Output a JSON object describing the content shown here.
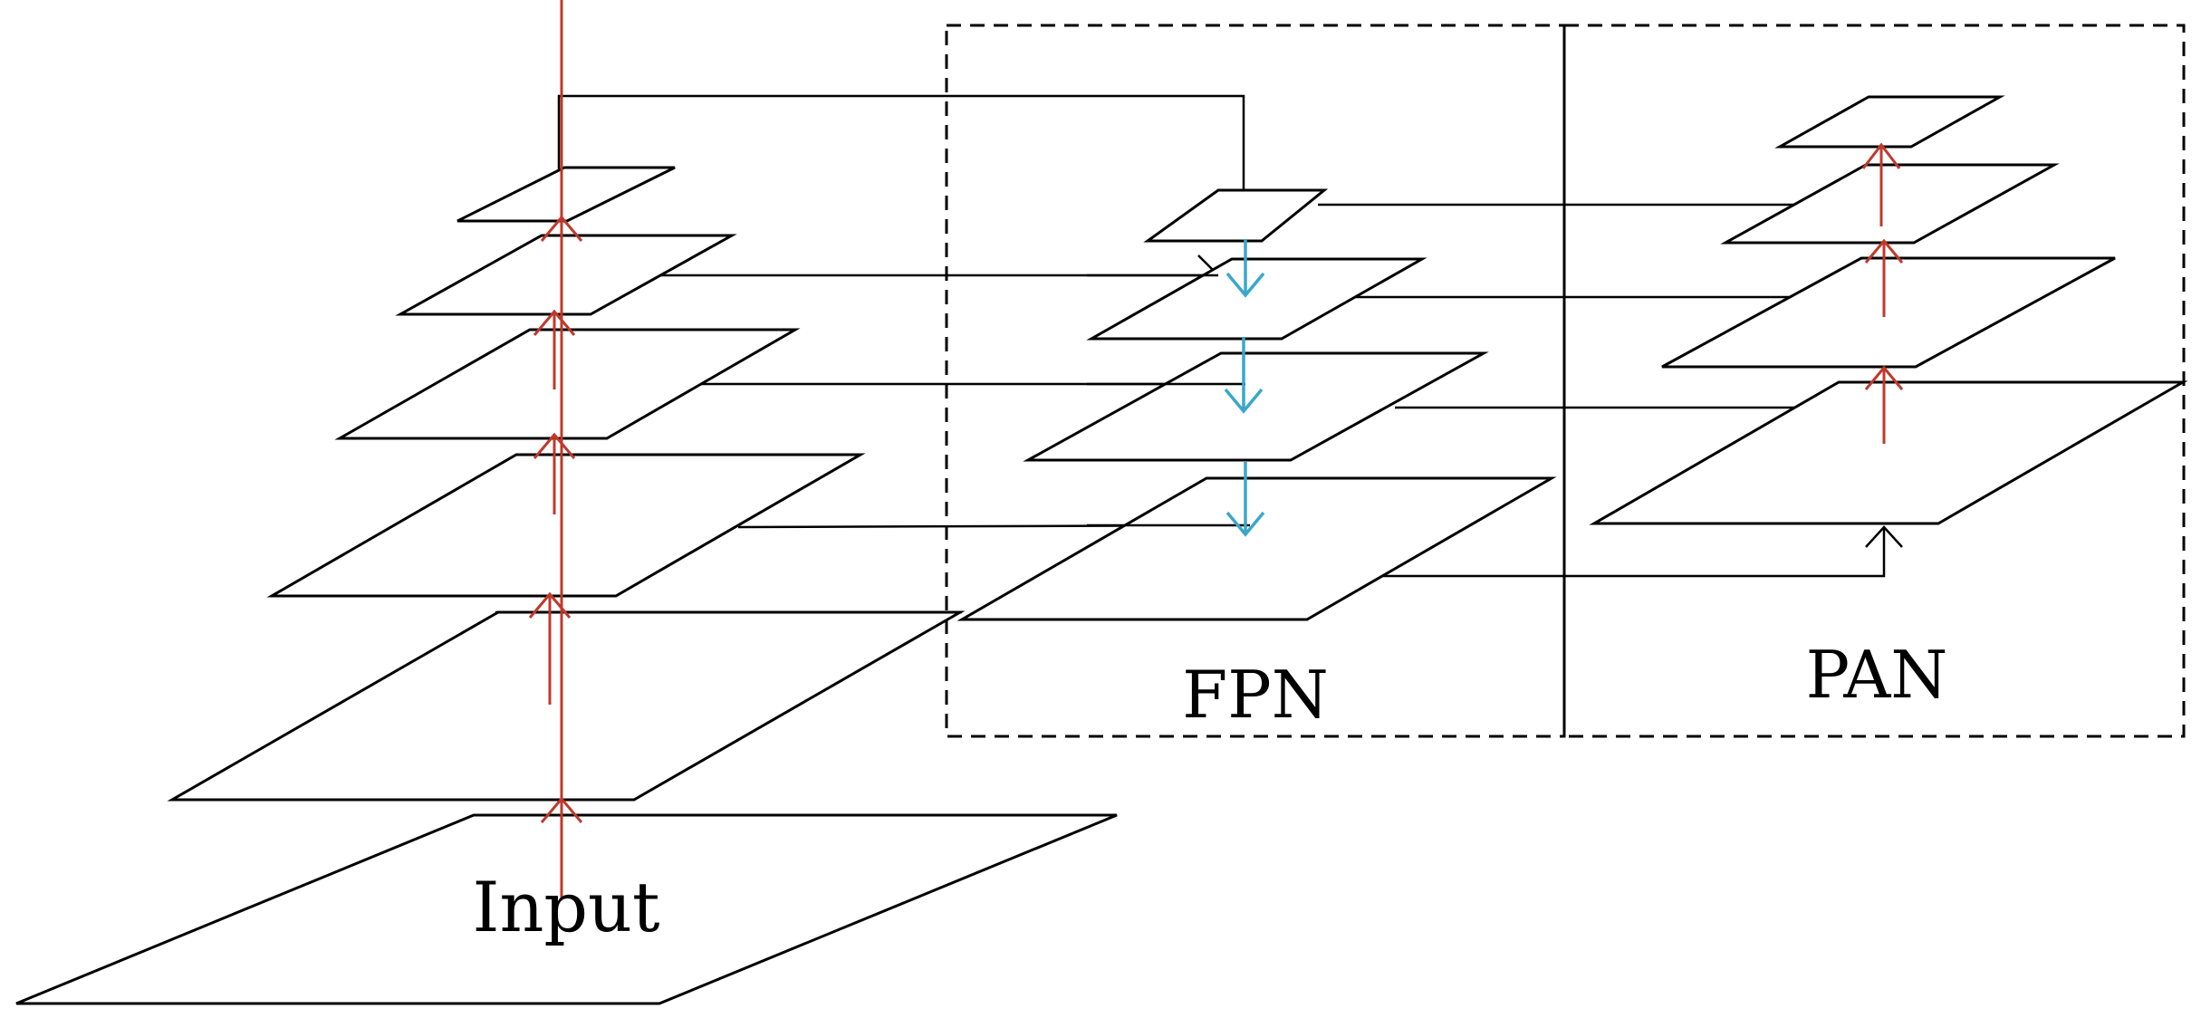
{
  "diagram": {
    "labels": {
      "input": "Input",
      "fpn": "FPN",
      "pan": "PAN"
    },
    "colors": {
      "plane_stroke": "#000000",
      "connector": "#000000",
      "bottom_up_arrow": "#c0392b",
      "top_down_arrow": "#3aa7c9",
      "group_box": "#000000"
    }
  }
}
